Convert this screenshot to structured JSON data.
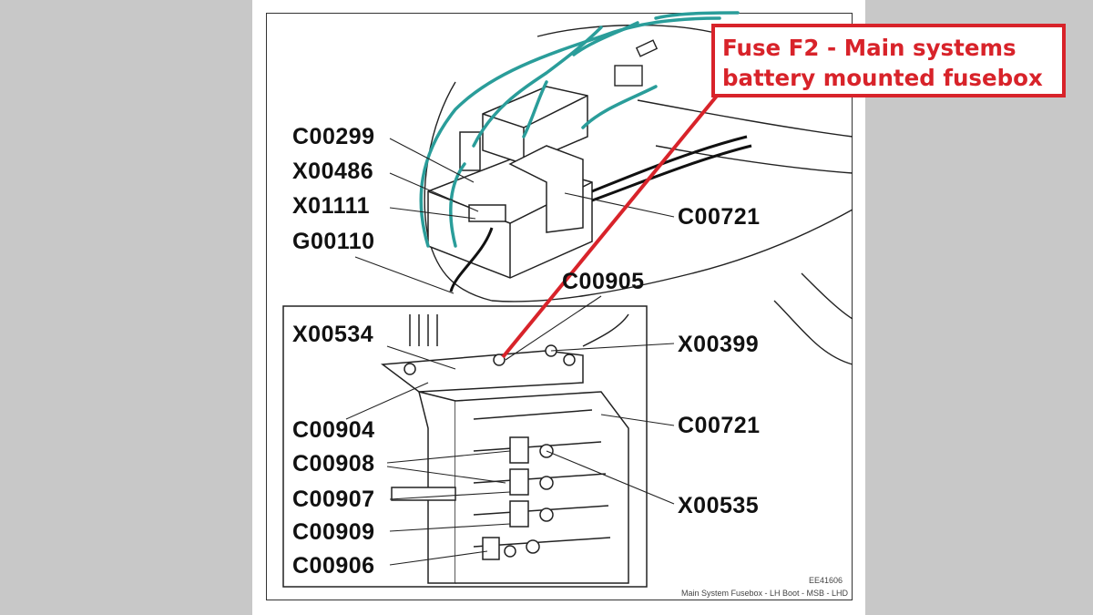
{
  "callout": {
    "line1": "Fuse F2 - Main systems",
    "line2": "battery mounted fusebox",
    "color": "#d8232a"
  },
  "labels": {
    "c00299": "C00299",
    "x00486": "X00486",
    "x01111": "X01111",
    "g00110": "G00110",
    "c00721_top": "C00721",
    "c00905": "C00905",
    "x00534": "X00534",
    "x00399": "X00399",
    "c00904": "C00904",
    "c00721_bottom": "C00721",
    "c00908": "C00908",
    "c00907": "C00907",
    "x00535": "X00535",
    "c00909": "C00909",
    "c00906": "C00906"
  },
  "figure": {
    "id": "EE41606",
    "caption": "Main System Fusebox - LH Boot - MSB - LHD"
  },
  "colors": {
    "harness": "#2a9d9a",
    "pointer": "#d8232a",
    "linework": "#222222"
  }
}
